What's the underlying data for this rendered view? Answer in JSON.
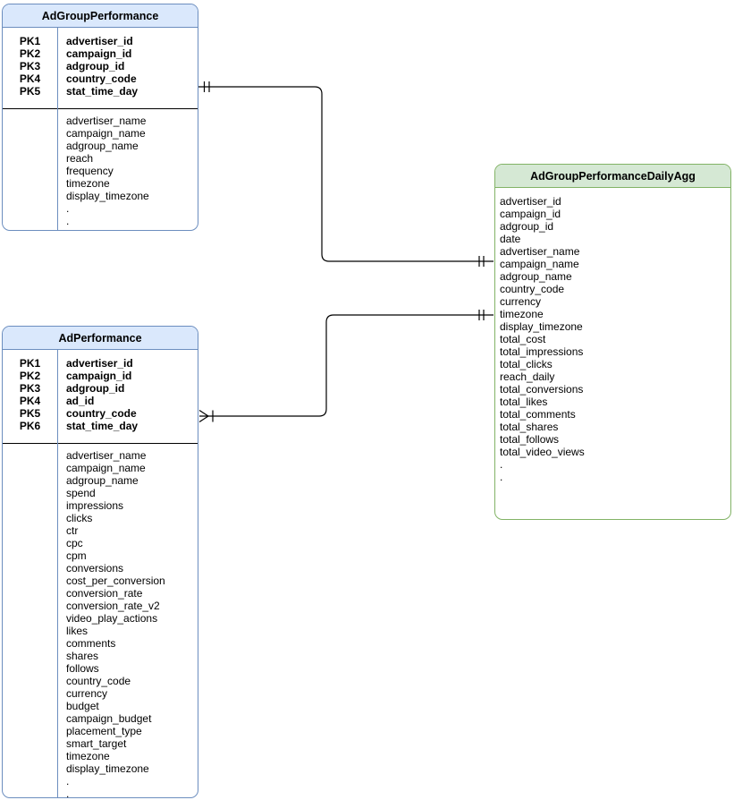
{
  "diagram": {
    "type": "entity-relationship",
    "background_color": "#ffffff",
    "edge_color": "#000000",
    "styles": {
      "blue": {
        "header_fill": "#dae8fc",
        "border_color": "#6c8ebf"
      },
      "green": {
        "header_fill": "#d5e8d4",
        "border_color": "#82b366"
      }
    },
    "entities": [
      {
        "title": "AdGroupPerformance",
        "style": "blue",
        "primary_keys": [
          [
            "PK1",
            "advertiser_id"
          ],
          [
            "PK2",
            "campaign_id"
          ],
          [
            "PK3",
            "adgroup_id"
          ],
          [
            "PK4",
            "country_code"
          ],
          [
            "PK5",
            "stat_time_day"
          ]
        ],
        "attributes": [
          "advertiser_name",
          "campaign_name",
          "adgroup_name",
          "reach",
          "frequency",
          "timezone",
          "display_timezone",
          ".",
          "."
        ]
      },
      {
        "title": "AdGroupPerformanceDailyAgg",
        "style": "green",
        "primary_keys": [],
        "attributes": [
          "advertiser_id",
          "campaign_id",
          "adgroup_id",
          "date",
          "advertiser_name",
          "campaign_name",
          "adgroup_name",
          "country_code",
          "currency",
          "timezone",
          "display_timezone",
          "total_cost",
          "total_impressions",
          "total_clicks",
          "reach_daily",
          "total_conversions",
          "total_likes",
          "total_comments",
          "total_shares",
          "total_follows",
          "total_video_views",
          ".",
          "."
        ]
      },
      {
        "title": "AdPerformance",
        "style": "blue",
        "primary_keys": [
          [
            "PK1",
            "advertiser_id"
          ],
          [
            "PK2",
            "campaign_id"
          ],
          [
            "PK3",
            "adgroup_id"
          ],
          [
            "PK4",
            "ad_id"
          ],
          [
            "PK5",
            "country_code"
          ],
          [
            "PK6",
            "stat_time_day"
          ]
        ],
        "attributes": [
          "advertiser_name",
          "campaign_name",
          "adgroup_name",
          "spend",
          "impressions",
          "clicks",
          "ctr",
          "cpc",
          "cpm",
          "conversions",
          "cost_per_conversion",
          "conversion_rate",
          "conversion_rate_v2",
          "video_play_actions",
          "likes",
          "comments",
          "shares",
          "follows",
          "country_code",
          "currency",
          "budget",
          "campaign_budget",
          "placement_type",
          "smart_target",
          "timezone",
          "display_timezone",
          ".",
          "."
        ]
      }
    ],
    "relationships": [
      {
        "from": "AdGroupPerformance",
        "to": "AdGroupPerformanceDailyAgg",
        "from_cardinality": "one-and-only-one",
        "to_cardinality": "one-and-only-one"
      },
      {
        "from": "AdPerformance",
        "to": "AdGroupPerformanceDailyAgg",
        "from_cardinality": "many",
        "to_cardinality": "one-and-only-one"
      }
    ]
  }
}
